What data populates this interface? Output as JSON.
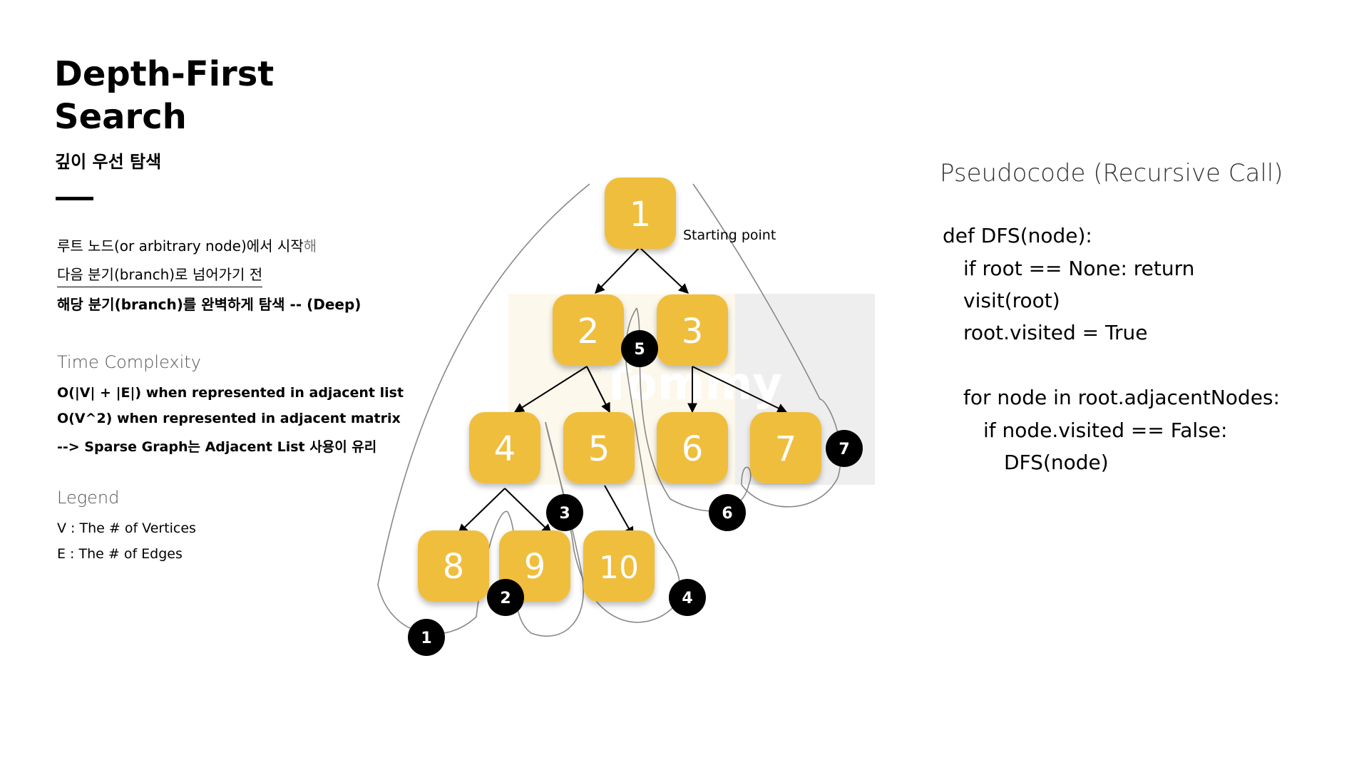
{
  "title": "Depth-First Search",
  "subtitle": "깊이 우선 탐색",
  "description": {
    "line1_main": "루트 노드(or arbitrary node)에서 시작",
    "line1_tail": "해",
    "line2": "다음 분기(branch)로 넘어가기 전",
    "line3": "해당 분기(branch)를 완벽하게 탐색 -- (Deep)"
  },
  "time_complexity": {
    "heading": "Time Complexity",
    "lines": [
      "O(|V| + |E|) when represented in adjacent list",
      "O(V^2) when represented in adjacent matrix",
      "--> Sparse Graph는 Adjacent List 사용이 유리"
    ]
  },
  "legend": {
    "heading": "Legend",
    "lines": [
      "V : The # of Vertices",
      "E : The # of Edges"
    ]
  },
  "diagram": {
    "starting_label": "Starting point",
    "watermark": "Tommy",
    "nodes": [
      "1",
      "2",
      "3",
      "4",
      "5",
      "6",
      "7",
      "8",
      "9",
      "10"
    ],
    "steps": [
      "1",
      "2",
      "3",
      "4",
      "5",
      "6",
      "7"
    ],
    "node_color": "#F0BE3C",
    "step_color": "#000000"
  },
  "pseudocode": {
    "heading": "Pseudocode (Recursive Call)",
    "lines": [
      "def DFS(node):",
      "if root == None: return",
      "visit(root)",
      "root.visited = True",
      "for node in root.adjacentNodes:",
      "if node.visited == False:",
      "DFS(node)"
    ]
  }
}
